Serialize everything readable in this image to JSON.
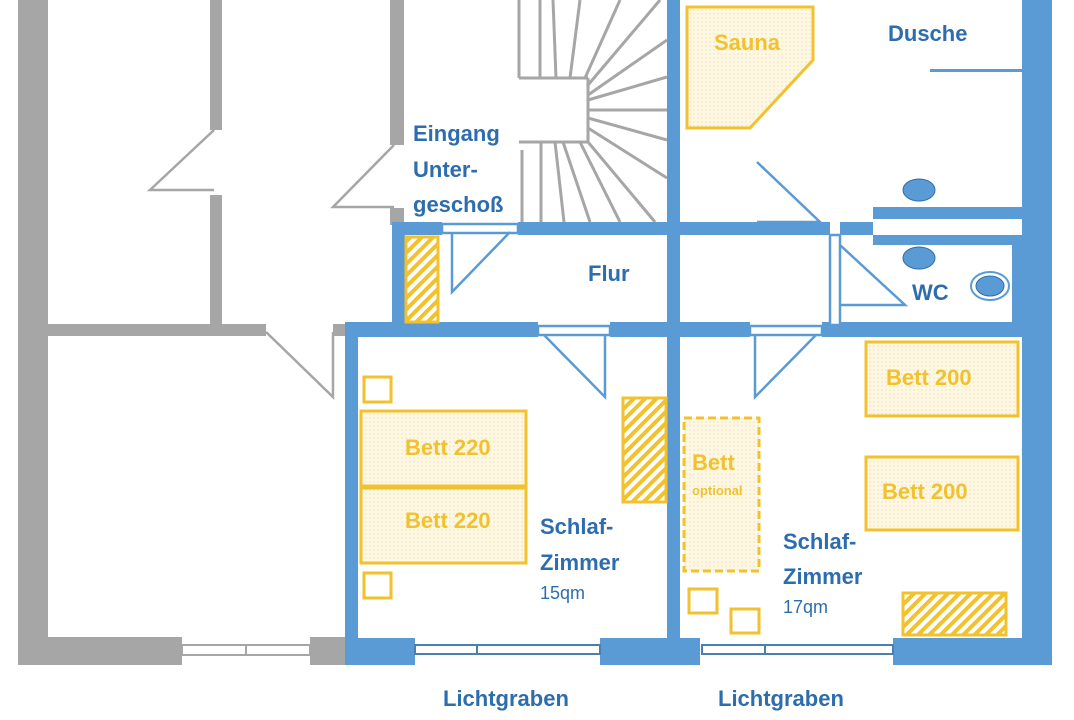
{
  "title": "Untergeschoß Grundriss",
  "colors": {
    "wall_blue": "#5B9BD5",
    "wall_gray": "#A6A6A6",
    "furniture": "#F2C12E",
    "text": "#2E6DAD"
  },
  "rooms": {
    "entrance": {
      "line1": "Eingang",
      "line2": "Unter-",
      "line3": "geschoß"
    },
    "hallway": "Flur",
    "sauna": "Sauna",
    "shower": "Dusche",
    "wc": "WC",
    "bedroom1": {
      "line1": "Schlaf-",
      "line2": "Zimmer",
      "area": "15qm"
    },
    "bedroom2": {
      "line1": "Schlaf-",
      "line2": "Zimmer",
      "area": "17qm"
    }
  },
  "beds": {
    "b1": "Bett 220",
    "b2": "Bett 220",
    "b3": "Bett 200",
    "b4": "Bett 200",
    "optional": {
      "label": "Bett",
      "note": "optional"
    }
  },
  "outside": {
    "left": "Lichtgraben",
    "right": "Lichtgraben"
  }
}
